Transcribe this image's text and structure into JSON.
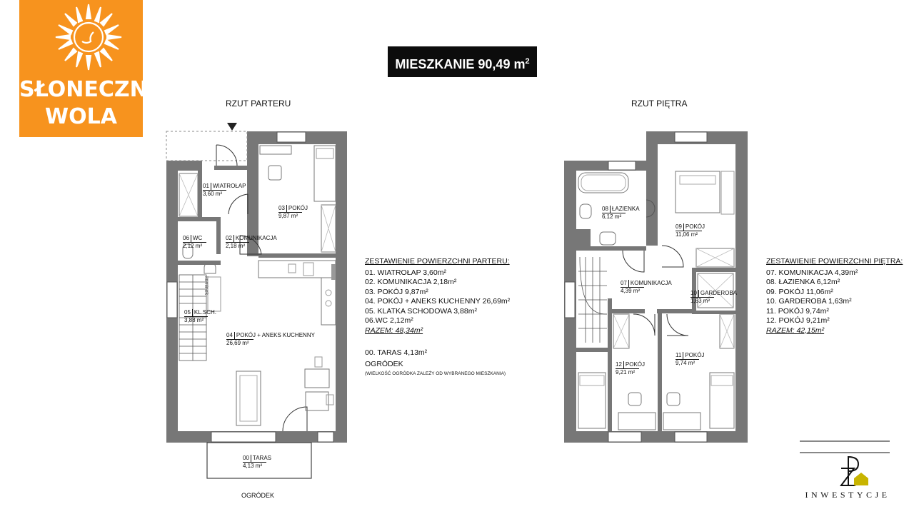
{
  "brand": {
    "line1": "SŁONECZNA",
    "line2": "WOLA",
    "color": "#f7931e",
    "icon": "sun-icon"
  },
  "title": {
    "text": "MIESZKANIE 90,49 m",
    "sup": "2"
  },
  "ground_floor": {
    "caption": "RZUT PARTERU",
    "garden_caption": "OGRÓDEK",
    "fireplace_label": "kominek",
    "rooms": [
      {
        "num": "01",
        "name": "WIATROŁAP",
        "area": "3,60 m²"
      },
      {
        "num": "02",
        "name": "KOMUNIKACJA",
        "area": "2,18 m²"
      },
      {
        "num": "03",
        "name": "POKÓJ",
        "area": "9,87 m²"
      },
      {
        "num": "04",
        "name": "POKÓJ + ANEKS KUCHENNY",
        "area": "26,69 m²"
      },
      {
        "num": "05",
        "name": "KL.SCH.",
        "area": "3,88 m²"
      },
      {
        "num": "06",
        "name": "WC",
        "area": "2,12 m²"
      },
      {
        "num": "00",
        "name": "TARAS",
        "area": "4,13 m²"
      }
    ],
    "summary_title": "ZESTAWIENIE POWIERZCHNI PARTERU:",
    "summary_items": [
      "01. WIATROŁAP 3,60m²",
      "02. KOMUNIKACJA 2,18m²",
      "03. POKÓJ 9,87m²",
      "04. POKÓJ + ANEKS KUCHENNY 26,69m²",
      "05. KLATKA SCHODOWA 3,88m²",
      "06.WC 2,12m²"
    ],
    "summary_total": "RAZEM: 48,34m²",
    "terrace_line": "00. TARAS 4,13m²",
    "garden_line": "OGRÓDEK",
    "garden_note": "(WIELKOŚĆ OGRÓDKA ZALEŻY OD WYBRANEGO MIESZKANIA)"
  },
  "upper_floor": {
    "caption": "RZUT PIĘTRA",
    "rooms": [
      {
        "num": "07",
        "name": "KOMUNIKACJA",
        "area": "4,39 m²"
      },
      {
        "num": "08",
        "name": "ŁAZIENKA",
        "area": "6,12 m²"
      },
      {
        "num": "09",
        "name": "POKÓJ",
        "area": "11,06 m²"
      },
      {
        "num": "10",
        "name": "GARDEROBA",
        "area": "1,63 m²"
      },
      {
        "num": "11",
        "name": "POKÓJ",
        "area": "9,74 m²"
      },
      {
        "num": "12",
        "name": "POKÓJ",
        "area": "9,21 m²"
      }
    ],
    "summary_title": "ZESTAWIENIE POWIERZCHNI PIĘTRA:",
    "summary_items": [
      "07. KOMUNIKACJA 4,39m²",
      "08. ŁAZIENKA 6,12m²",
      "09. POKÓJ 11,06m²",
      "10. GARDEROBA 1,63m²",
      "11. POKÓJ 9,74m²",
      "12. POKÓJ 9,21m²"
    ],
    "summary_total": "RAZEM: 42,15m²"
  },
  "developer": {
    "letters": "ZP",
    "word": "INWESTYCJE",
    "accent": "#c8b400"
  },
  "colors": {
    "wall": "#777777",
    "orange": "#f7931e",
    "dark": "#0c0c0c"
  }
}
